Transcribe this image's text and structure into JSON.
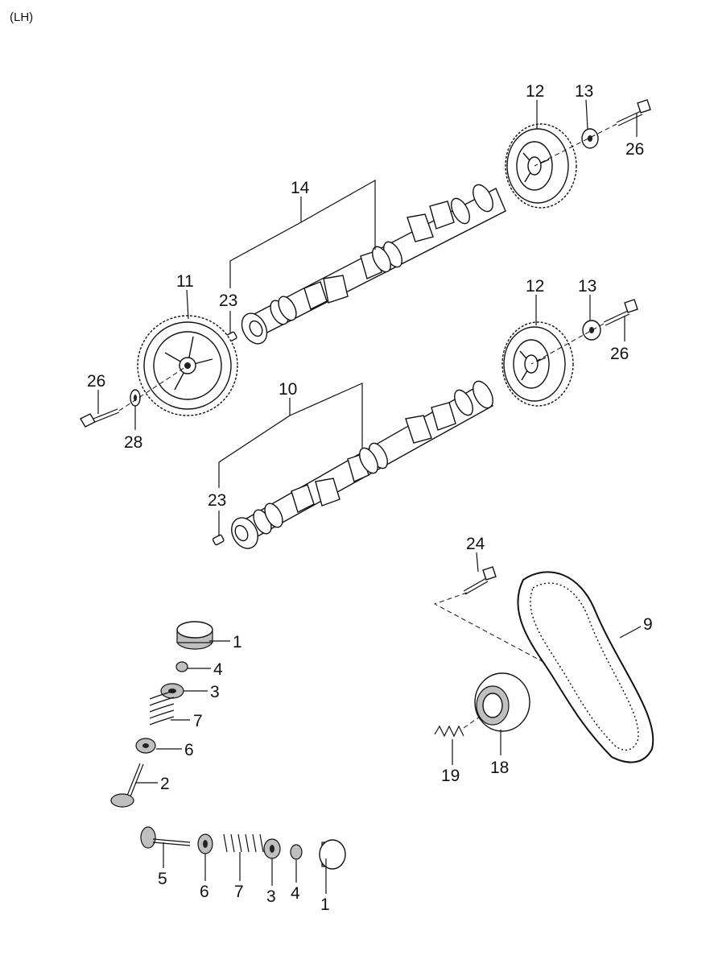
{
  "corner_label": "(LH)",
  "callouts": {
    "c1a": "1",
    "c4a": "4",
    "c3a": "3",
    "c7a": "7",
    "c6a": "6",
    "c2a": "2",
    "c5b": "5",
    "c6b": "6",
    "c7b": "7",
    "c3b": "3",
    "c4b": "4",
    "c1b": "1",
    "c14": "14",
    "c23a": "23",
    "c11": "11",
    "c26a": "26",
    "c28": "28",
    "c12a": "12",
    "c13a": "13",
    "c26b": "26",
    "c10": "10",
    "c23b": "23",
    "c12b": "12",
    "c13b": "13",
    "c26c": "26",
    "c24": "24",
    "c9": "9",
    "c19": "19",
    "c18": "18"
  }
}
